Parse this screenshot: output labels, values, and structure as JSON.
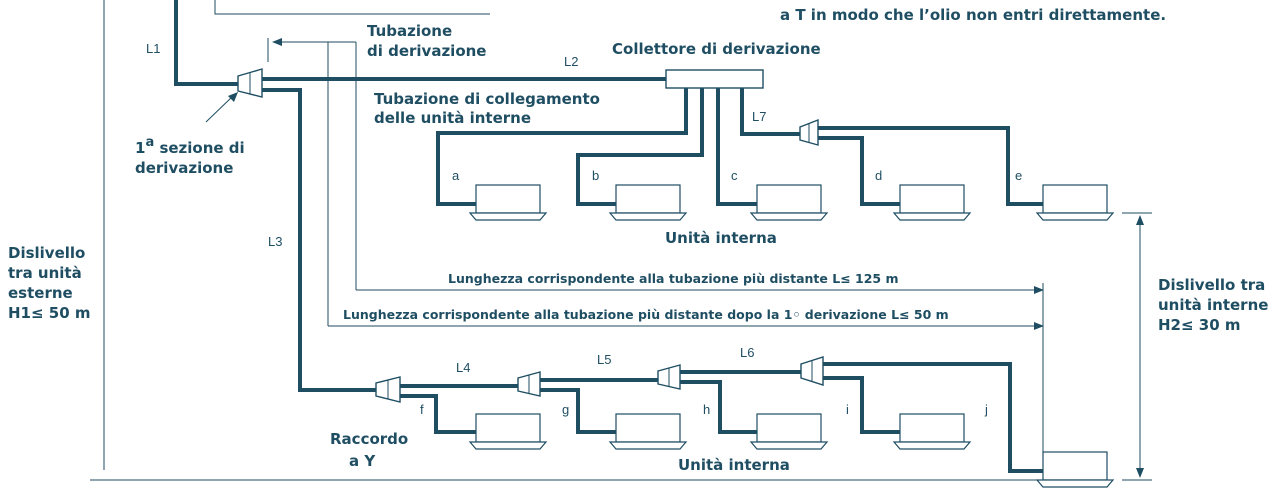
{
  "colors": {
    "ink": "#1f4e63",
    "background": "#ffffff"
  },
  "top_note": {
    "line": "a T in modo che l’olio non entri direttamente."
  },
  "labels": {
    "tubazione_derivazione_1": "Tubazione",
    "tubazione_derivazione_2": "di derivazione",
    "collettore": "Collettore di derivazione",
    "collegamento_1": "Tubazione di collegamento",
    "collegamento_2": "delle unità interne",
    "sezione_main": "1",
    "sezione_sup": "a",
    "sezione_rest": " sezione di",
    "sezione_2": "derivazione",
    "unita_interna_top": "Unità interna",
    "unita_interna_bottom": "Unità interna",
    "raccordo_1": "Raccordo",
    "raccordo_2": "a Y",
    "dislivello_esterne_1": "Dislivello",
    "dislivello_esterne_2": "tra unità",
    "dislivello_esterne_3": "esterne",
    "dislivello_esterne_4": "H1≤ 50 m",
    "dislivello_interne_1": "Dislivello tra",
    "dislivello_interne_2": "unità interne",
    "dislivello_interne_3": "H2≤ 30 m",
    "lunghezza_1": "Lunghezza corrispondente alla tubazione più distante L≤ 125 m",
    "lunghezza_2": "Lunghezza corrispondente alla tubazione più distante dopo la 1◦ derivazione L≤ 50 m"
  },
  "pipe_labels": {
    "L1": "L1",
    "L2": "L2",
    "L3": "L3",
    "L4": "L4",
    "L5": "L5",
    "L6": "L6",
    "L7": "L7"
  },
  "unit_letters": {
    "a": "a",
    "b": "b",
    "c": "c",
    "d": "d",
    "e": "e",
    "f": "f",
    "g": "g",
    "h": "h",
    "i": "i",
    "j": "j"
  }
}
